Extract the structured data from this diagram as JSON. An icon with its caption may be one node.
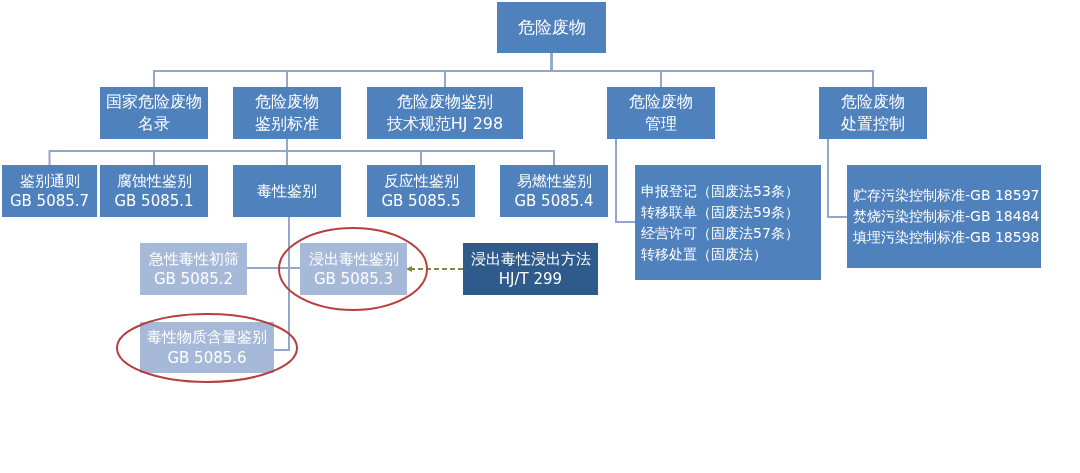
{
  "diagram": {
    "nodes": [
      {
        "text": [
          "危险废物"
        ]
      },
      {
        "text": [
          "国家危险废物名录"
        ]
      },
      {
        "text": [
          "危险废物鉴别标准"
        ]
      },
      {
        "text": [
          "危险废物鉴别技术规范HJ 298"
        ]
      },
      {
        "text": [
          "危险废物管理"
        ]
      },
      {
        "text": [
          "危险废物处置控制"
        ]
      },
      {
        "text": [
          "鉴别通则",
          "GB 5085.7"
        ]
      },
      {
        "text": [
          "腐蚀性鉴别",
          "GB 5085.1"
        ]
      },
      {
        "text": [
          "毒性鉴别"
        ]
      },
      {
        "text": [
          "反应性鉴别",
          "GB 5085.5"
        ]
      },
      {
        "text": [
          "易燃性鉴别",
          "GB 5085.4"
        ]
      },
      {
        "text": [
          "申报登记（固废法53条）",
          "转移联单（固废法59条）",
          "经营许可（固废法57条）",
          "转移处置（固废法）"
        ]
      },
      {
        "text": [
          "贮存污染控制标准-GB 18597",
          "焚烧污染控制标准-GB 18484",
          "填埋污染控制标准-GB 18598"
        ]
      },
      {
        "text": [
          "急性毒性初筛",
          "GB 5085.2"
        ]
      },
      {
        "text": [
          "浸出毒性鉴别",
          "GB 5085.3"
        ]
      },
      {
        "text": [
          "浸出毒性浸出方法",
          "HJ/T 299"
        ]
      },
      {
        "text": [
          "毒性物质含量鉴别",
          "GB 5085.6"
        ]
      }
    ],
    "edges": [
      {
        "from": 0,
        "to": 1,
        "arrow": "none"
      },
      {
        "from": 0,
        "to": 2,
        "arrow": "none"
      },
      {
        "from": 0,
        "to": 3,
        "arrow": "none"
      },
      {
        "from": 0,
        "to": 4,
        "arrow": "none"
      },
      {
        "from": 0,
        "to": 5,
        "arrow": "none"
      },
      {
        "from": 2,
        "to": 6,
        "arrow": "none"
      },
      {
        "from": 2,
        "to": 7,
        "arrow": "none"
      },
      {
        "from": 2,
        "to": 8,
        "arrow": "none"
      },
      {
        "from": 2,
        "to": 9,
        "arrow": "none"
      },
      {
        "from": 2,
        "to": 10,
        "arrow": "none"
      },
      {
        "from": 4,
        "to": 11,
        "arrow": "none"
      },
      {
        "from": 5,
        "to": 12,
        "arrow": "none"
      },
      {
        "from": 8,
        "to": 13,
        "arrow": "none"
      },
      {
        "from": 8,
        "to": 14,
        "arrow": "none"
      },
      {
        "from": 8,
        "to": 16,
        "arrow": "none"
      },
      {
        "from": 15,
        "to": 14,
        "arrow": "to",
        "style": "dashed",
        "color": "#7a8a3a"
      }
    ]
  }
}
